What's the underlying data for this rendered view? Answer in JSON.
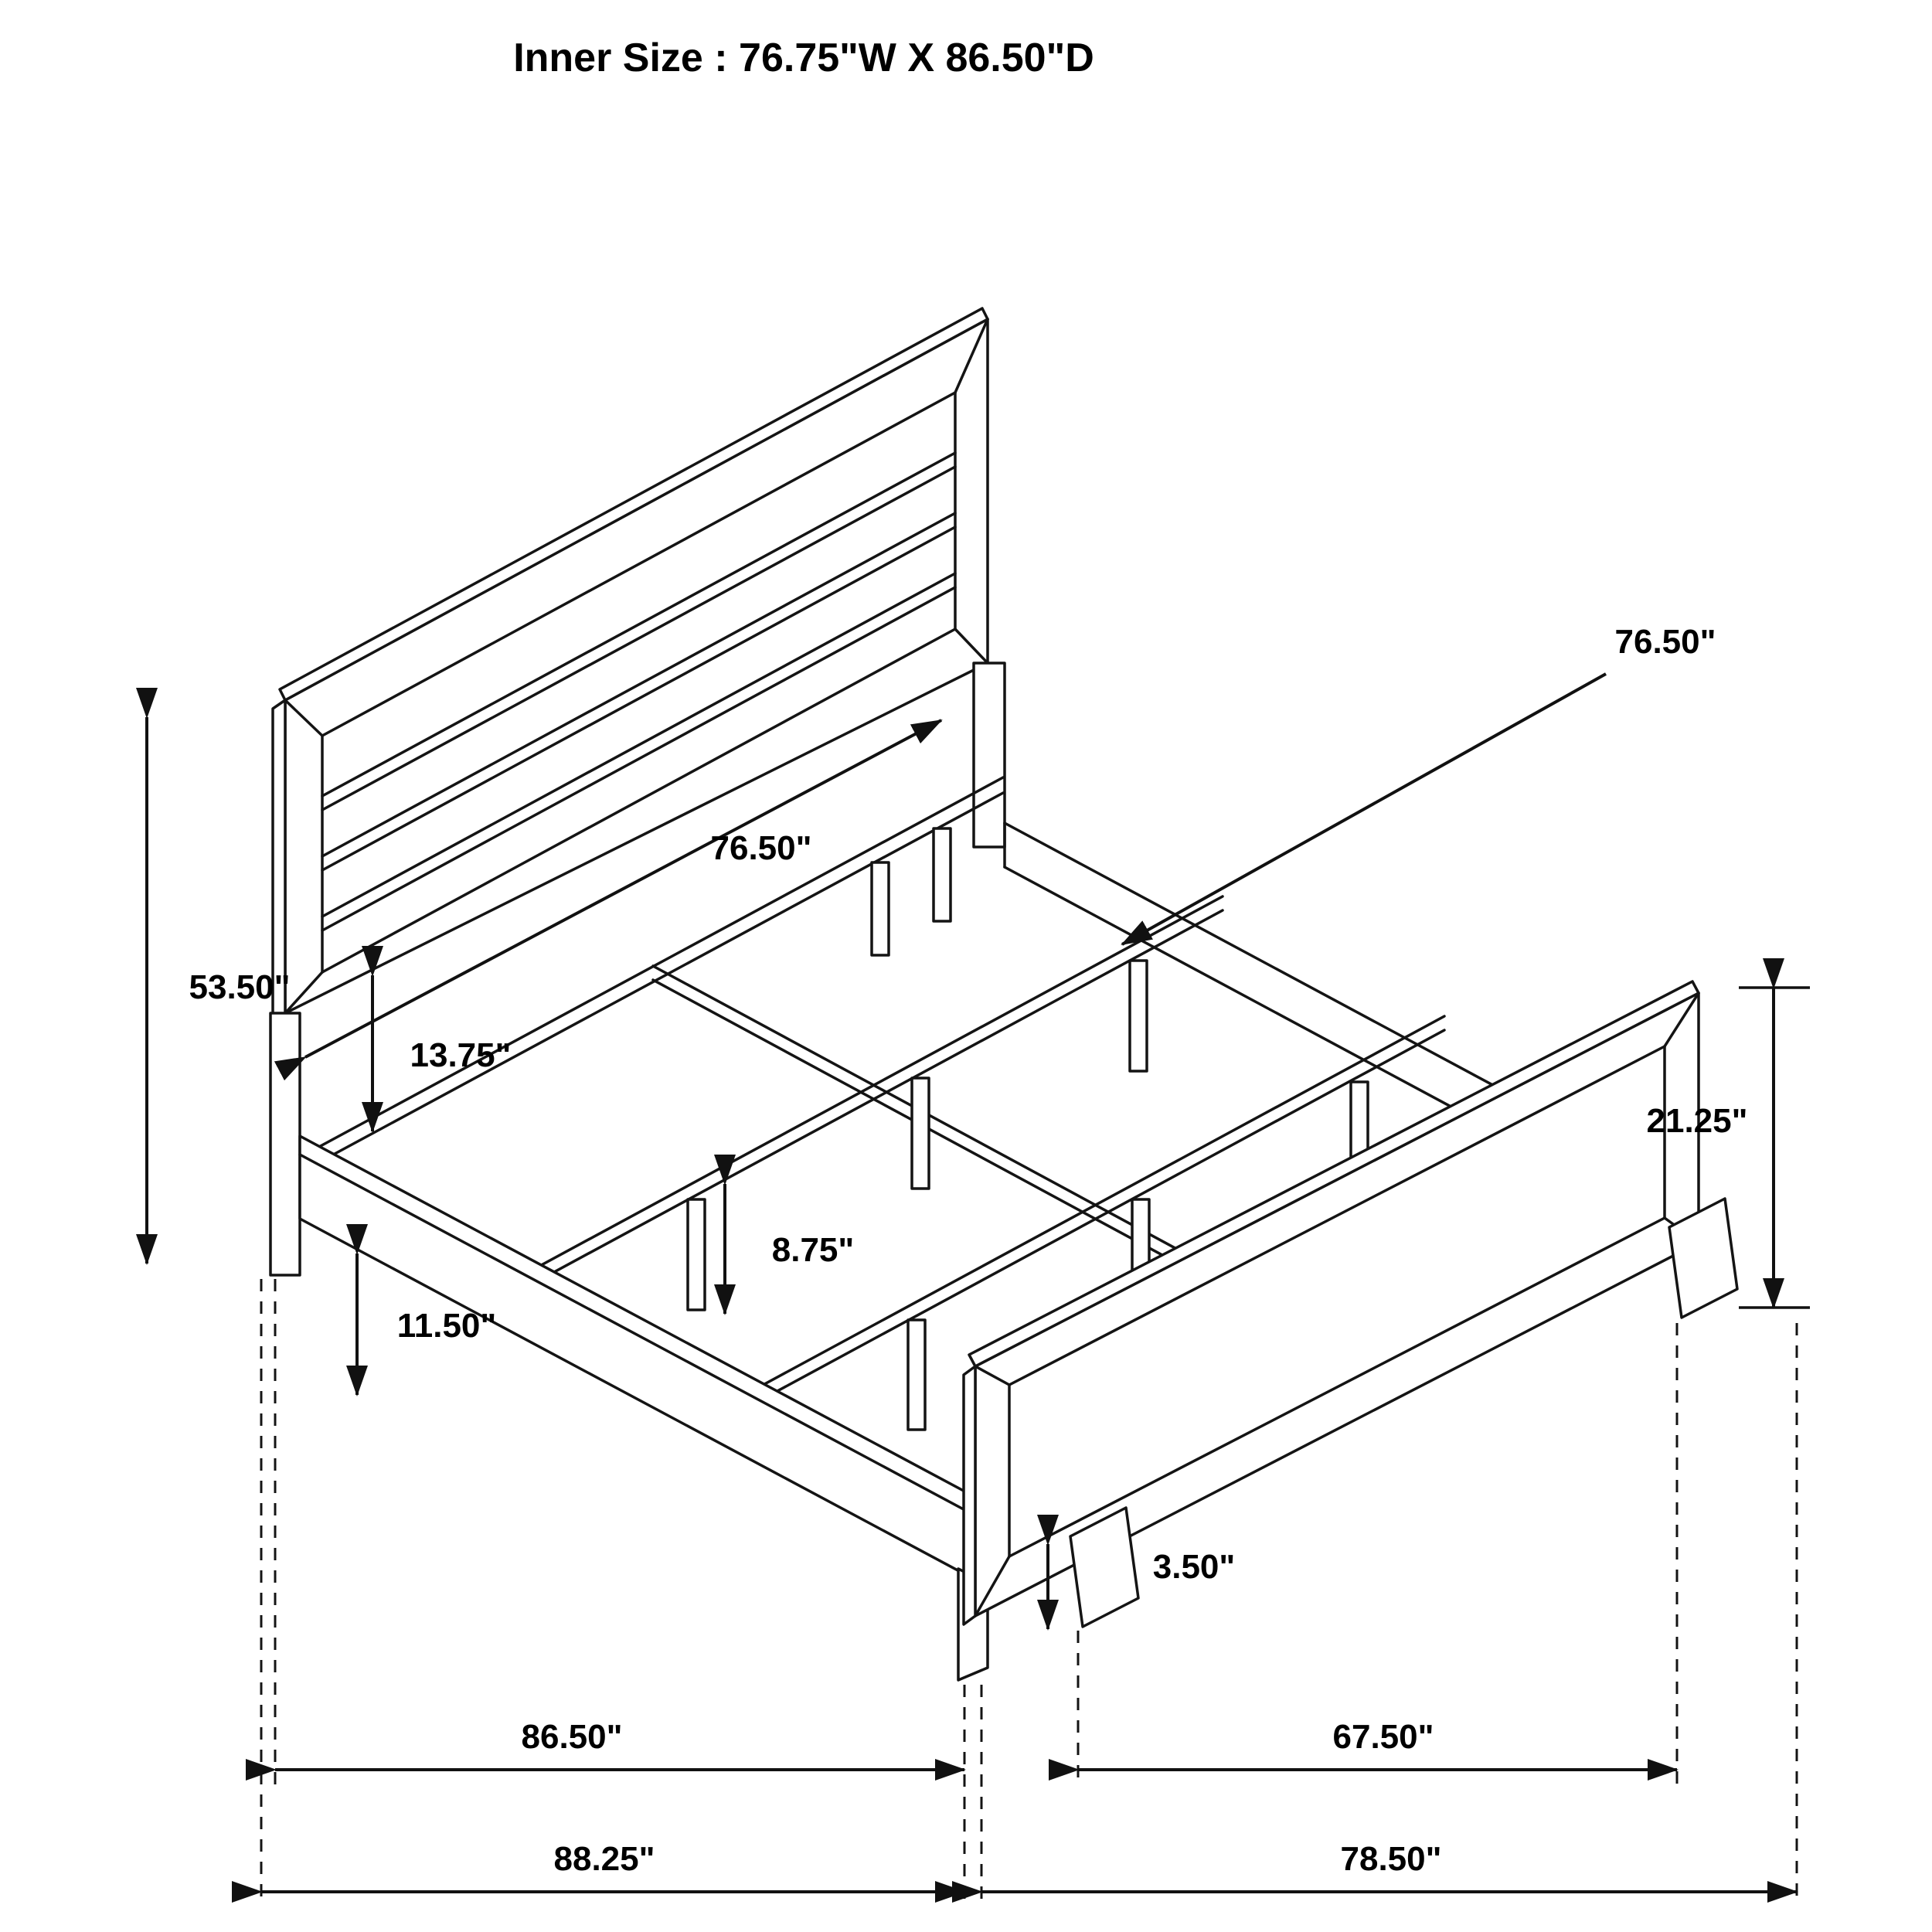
{
  "title": "Inner Size : 76.75\"W X 86.50\"D",
  "labels": {
    "slat_length": "76.50\"",
    "headboard_width": "76.50\"",
    "headboard_height": "53.50\"",
    "panel_to_rail": "13.75\"",
    "support_leg_height": "8.75\"",
    "rail_clearance": "11.50\"",
    "footboard_height": "21.25\"",
    "foot_height": "3.50\"",
    "rail_length": "86.50\"",
    "footboard_leg_span": "67.50\"",
    "overall_length": "88.25\"",
    "overall_width": "78.50\""
  },
  "colors": {
    "line": "#141414",
    "background": "#ffffff",
    "text": "#000000"
  }
}
